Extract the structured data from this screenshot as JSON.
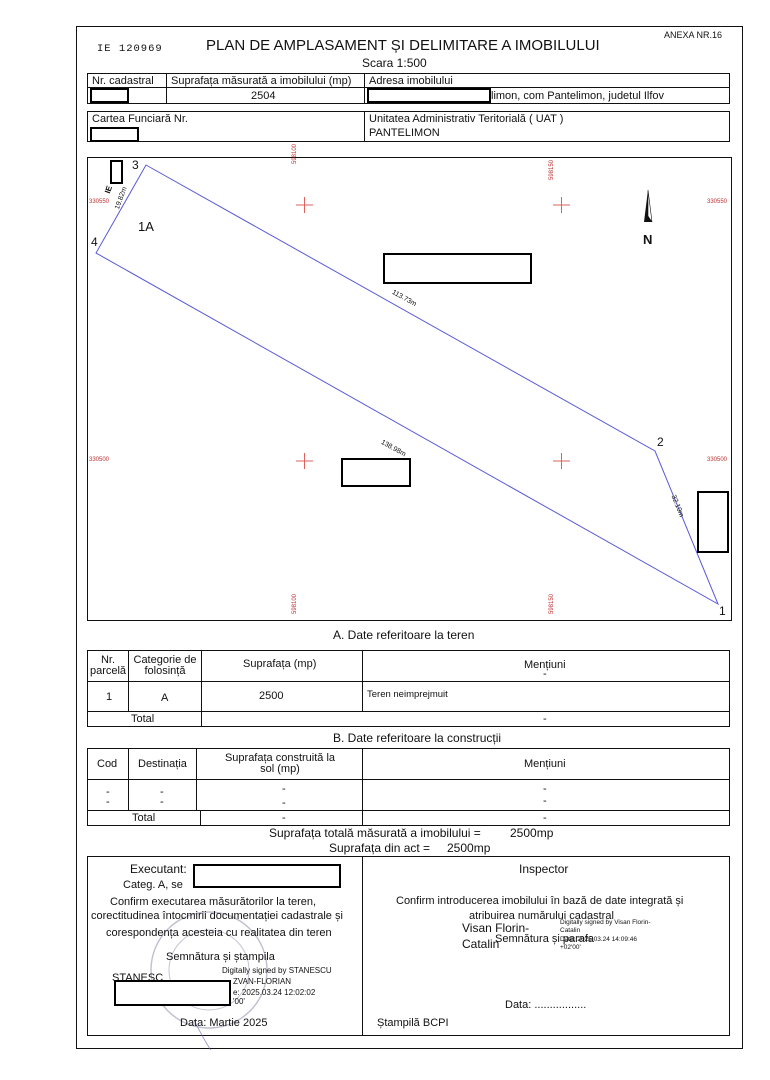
{
  "header": {
    "annex": "ANEXA NR.16",
    "doc_code": "IE 120969",
    "title": "PLAN DE AMPLASAMENT ȘI DELIMITARE A IMOBILULUI",
    "scale": "Scara 1:500"
  },
  "property": {
    "cadastral_label": "Nr. cadastral",
    "surface_label": "Suprafața măsurată a imobilului (mp)",
    "surface_value": "2504",
    "address_label": "Adresa imobilului",
    "address_value": "limon, com Pantelimon, judetul Ilfov",
    "land_book_label": "Cartea Funciară Nr.",
    "uat_label": "Unitatea Administrativ Teritorială ( UAT )",
    "uat_value": "PANTELIMON"
  },
  "plan": {
    "grid_x_label": "598100",
    "grid_x_label2": "598150",
    "grid_y_top": "330550",
    "grid_y_mid": "330500",
    "north": "N",
    "parcel_label": "1A",
    "ie_label": "IE",
    "vertices": [
      "1",
      "2",
      "3",
      "4"
    ],
    "segments": {
      "s34": "19.82m",
      "s32": "113.73m",
      "s41": "138.98m",
      "s21": "32.10m"
    }
  },
  "section_a": {
    "title": "A. Date referitoare la teren",
    "headers": [
      "Nr. parcelă",
      "Categorie de folosință",
      "Suprafața (mp)",
      "Mențiuni"
    ],
    "row": [
      "1",
      "A",
      "2500",
      "Teren neimprejmuit"
    ],
    "header_dash": "-",
    "total_label": "Total",
    "total_value": "-"
  },
  "section_b": {
    "title": "B. Date referitoare la construcții",
    "headers": [
      "Cod",
      "Destinația",
      "Suprafața construită la sol (mp)",
      "Mențiuni"
    ],
    "rows": [
      [
        "-",
        "-",
        "-",
        "-"
      ],
      [
        "-",
        "-",
        "-",
        "-"
      ]
    ],
    "total_label": "Total",
    "total_value": "-",
    "total_mentions": "-"
  },
  "totals": {
    "measured_label": "Suprafața totală măsurată a imobilului =",
    "measured_value": "2500mp",
    "act_label": "Suprafața din act =",
    "act_value": "2500mp"
  },
  "executant": {
    "title": "Executant:",
    "categ": "Categ. A, se",
    "line1": "Confirm executarea măsurătorilor la teren,",
    "line2": "corectitudinea întocmirii documentației cadastrale și",
    "line3": "corespondența acesteia cu realitatea din teren",
    "sign_label": "Semnătura și ștampila",
    "signer_short": "STANESC",
    "sig_line1": "Digitally signed by STANESCU",
    "sig_line2": "ZVAN-FLORIAN",
    "sig_line3": "e: 2025.03.24 12:02:02",
    "sig_line4": "'00'",
    "date": "Data: Martie  2025"
  },
  "inspector": {
    "title": "Inspector",
    "line1": "Confirm introducerea imobilului în bază de date integrată și",
    "line2": "atribuirea numărului cadastral",
    "name1": "Visan Florin-",
    "name2": "Catalin",
    "sign_label": "Semnătura și parafa",
    "sig_line1": "Digitally signed by Visan Florin-",
    "sig_line2": "Catalin",
    "sig_line3": "Date: 2025.03.24 14:09:46",
    "sig_line4": "+02'00'",
    "date": "Data: .................",
    "stamp": "Ștampilă BCPI"
  }
}
